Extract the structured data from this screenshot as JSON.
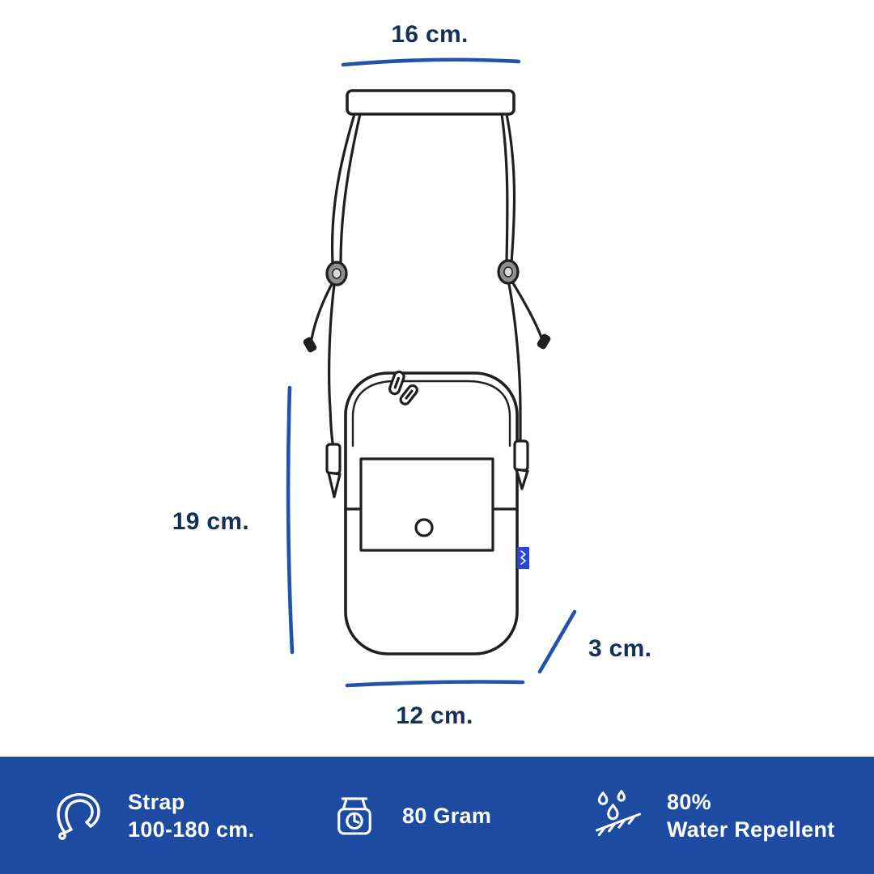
{
  "colors": {
    "accent_dimension_line": "#2153a8",
    "footer_background": "#1d4ba1",
    "dimension_text": "#14305a",
    "footer_text": "#ffffff",
    "bag_outline": "#1f1f1f",
    "brand_tag_blue": "#2b46d6"
  },
  "diagram": {
    "top_width_label": "16 cm.",
    "height_label": "19 cm.",
    "bottom_width_label": "12 cm.",
    "depth_label": "3 cm."
  },
  "footer": {
    "items": [
      {
        "icon": "strap-icon",
        "line1": "Strap",
        "line2": "100-180 cm."
      },
      {
        "icon": "scale-icon",
        "line1": "80 Gram",
        "line2": ""
      },
      {
        "icon": "water-repellent-icon",
        "line1": "80%",
        "line2": "Water Repellent"
      }
    ]
  }
}
